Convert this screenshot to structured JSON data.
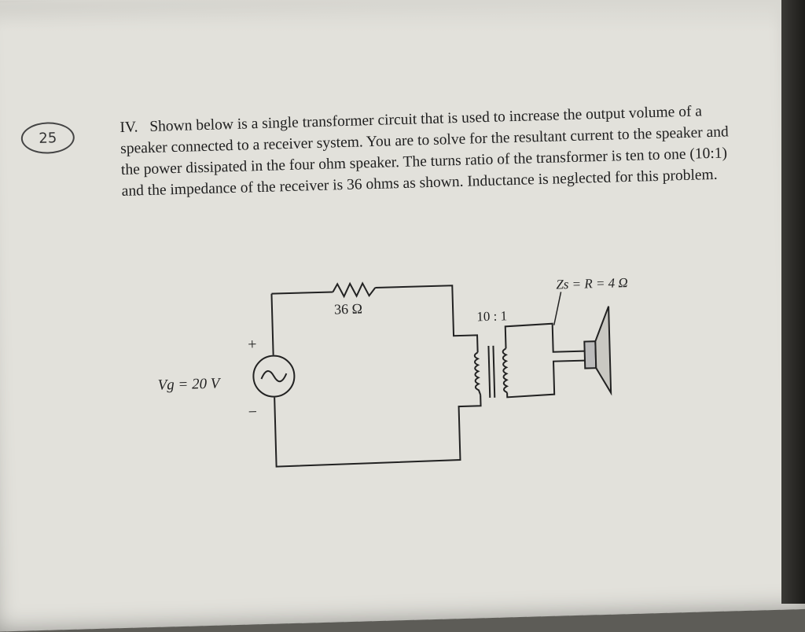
{
  "score": "25",
  "problem": {
    "number": "IV.",
    "text": "Shown below is a single transformer circuit that is used to increase the output volume of a speaker connected to a receiver system. You are to solve for the resultant current to the speaker and the power dissipated in the four ohm speaker. The turns ratio of the transformer is ten to one (10:1) and the impedance of the receiver is 36 ohms as shown. Inductance is neglected for this problem."
  },
  "circuit": {
    "source_label": "Vg = 20 V",
    "plus": "+",
    "minus": "−",
    "resistor_label": "36 Ω",
    "ratio_label": "10 : 1",
    "speaker_label": "Zs = R = 4 Ω"
  }
}
